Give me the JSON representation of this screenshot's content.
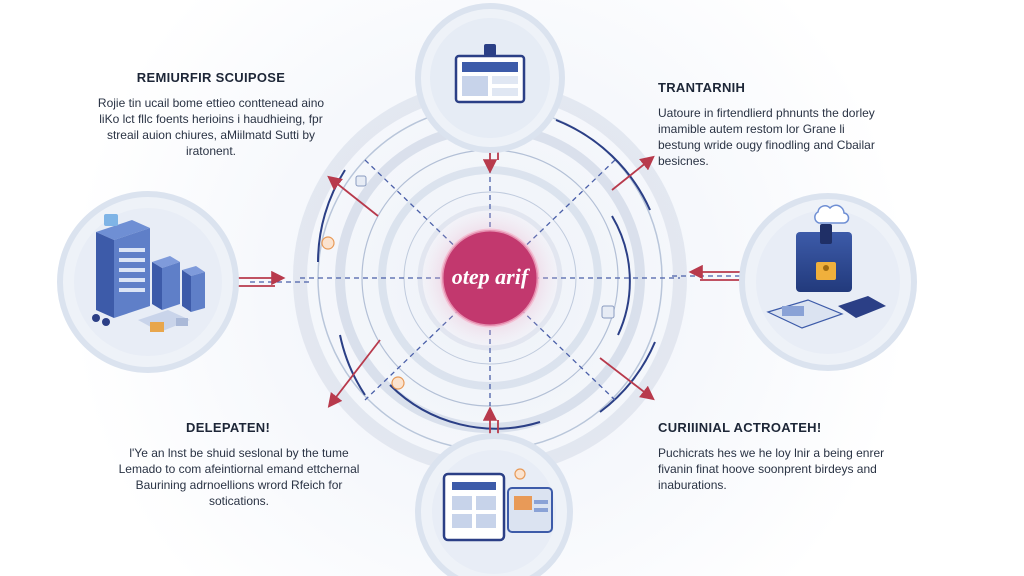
{
  "center": {
    "logo_text": "otep arif"
  },
  "sections": {
    "top_left": {
      "heading": "REMIURFIR SCUIPOSE",
      "lines": [
        "Rojie tin ucail bome ettieo conttenead aino",
        "liKo lct fllc foents herioins i haudhieing, fpr",
        "streail auion chiures, aMiilmatd Sutti by",
        "iratonent."
      ]
    },
    "top_right": {
      "heading": "TRANTARNIH",
      "lines": [
        "Uatoure in firtendlierd phnunts the dorley",
        "imamible autem restom lor Grane li",
        "bestung wride ougy finodling and Cbailar",
        "besicnes."
      ]
    },
    "bottom_left": {
      "heading": "DELEPATEN!",
      "lines": [
        "l'Ye an lnst be shuid seslonal by the tume",
        "Lemado to com afeintiornal emand ettchernal",
        "Baurining adrnoellions wrord Rfeich for",
        "sotications."
      ]
    },
    "bottom_right": {
      "heading": "CURIIINIAL ACTROATEH!",
      "lines": [
        "Puchicrats hes we he loy lnir a being enrer",
        "fivanin finat hoove soonprent birdeys and",
        "inaburations."
      ]
    }
  },
  "colors": {
    "accent_pink": "#c2386e",
    "ring_navy": "#2b3f86",
    "arrow_red": "#b83a4c",
    "dash_blue": "#4a5fa8",
    "node_fill": "#eef2f8",
    "node_stroke": "#ccd6e6"
  },
  "icons": {
    "top": "dashboard-screen-icon",
    "left": "server-datacenter-icon",
    "right": "secure-cloud-terminal-icon",
    "bottom": "document-tablet-icon"
  }
}
